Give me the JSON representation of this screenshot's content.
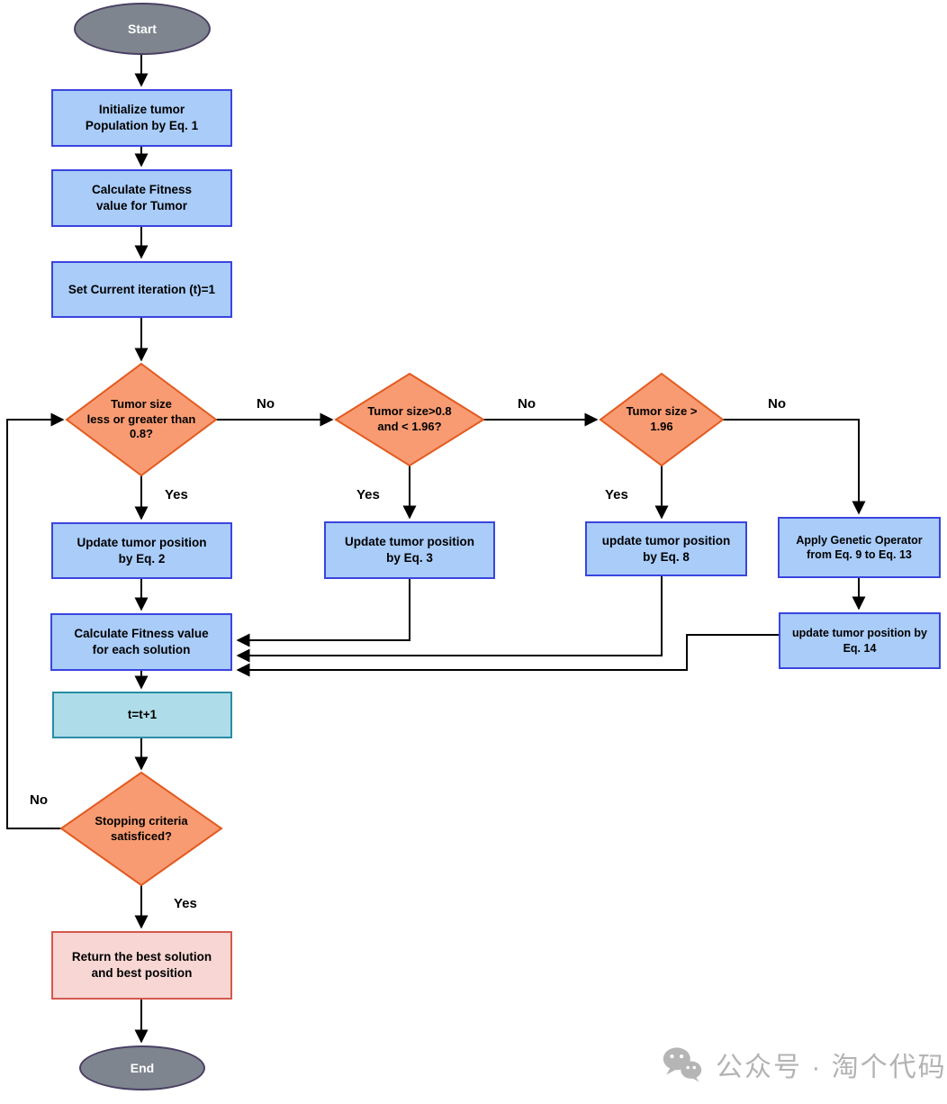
{
  "colors": {
    "process_fill": "#A9CCF9",
    "process_border": "#3A45DE",
    "decision_fill": "#F89B72",
    "decision_border": "#E35A1F",
    "terminal_fill": "#7E858E",
    "terminal_border": "#4A3F63",
    "increment_fill": "#AEDDE9",
    "increment_border": "#2A8CA5",
    "return_fill": "#F7D6D3",
    "return_border": "#D4594C",
    "connector": "#000000",
    "watermark": "#B3B3B3"
  },
  "flowchart": {
    "terminals": {
      "start": "Start",
      "end": "End"
    },
    "processes": {
      "init": "Initialize tumor\nPopulation by Eq. 1",
      "fitness_tumor": "Calculate Fitness\nvalue for Tumor",
      "iteration": "Set Current iteration (t)=1",
      "eq2": "Update tumor position\nby Eq. 2",
      "eq3": "Update tumor position\nby Eq. 3",
      "eq8": "update tumor position\nby Eq. 8",
      "genetic": "Apply Genetic Operator\nfrom Eq. 9 to Eq. 13",
      "eq14": "update tumor position by\nEq. 14",
      "fitness_each": "Calculate Fitness value\nfor each solution",
      "increment": "t=t+1",
      "return_best": "Return the best solution\nand best position"
    },
    "decisions": {
      "d1": "Tumor size\nless or greater than\n0.8?",
      "d2": "Tumor size>0.8\nand < 1.96?",
      "d3": "Tumor size >\n1.96",
      "stopping": "Stopping criteria\nsatisficed?"
    },
    "edge_labels": {
      "yes": "Yes",
      "no": "No"
    }
  },
  "watermark": {
    "icon": "wechat-icon",
    "text": "公众号 · 淘个代码"
  }
}
